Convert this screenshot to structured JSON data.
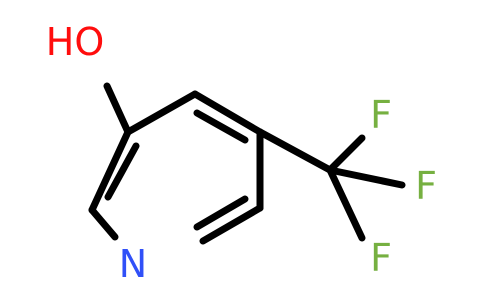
{
  "molecule": {
    "atoms": {
      "hydroxyl": {
        "label": "HO",
        "color": "#ff0d0d"
      },
      "ring_nitrogen": {
        "label": "N",
        "color": "#3050f8"
      },
      "fluorine_top": {
        "label": "F",
        "color": "#76b041"
      },
      "fluorine_middle": {
        "label": "F",
        "color": "#76b041"
      },
      "fluorine_bottom": {
        "label": "F",
        "color": "#76b041"
      }
    },
    "bond_color": "#000000"
  }
}
